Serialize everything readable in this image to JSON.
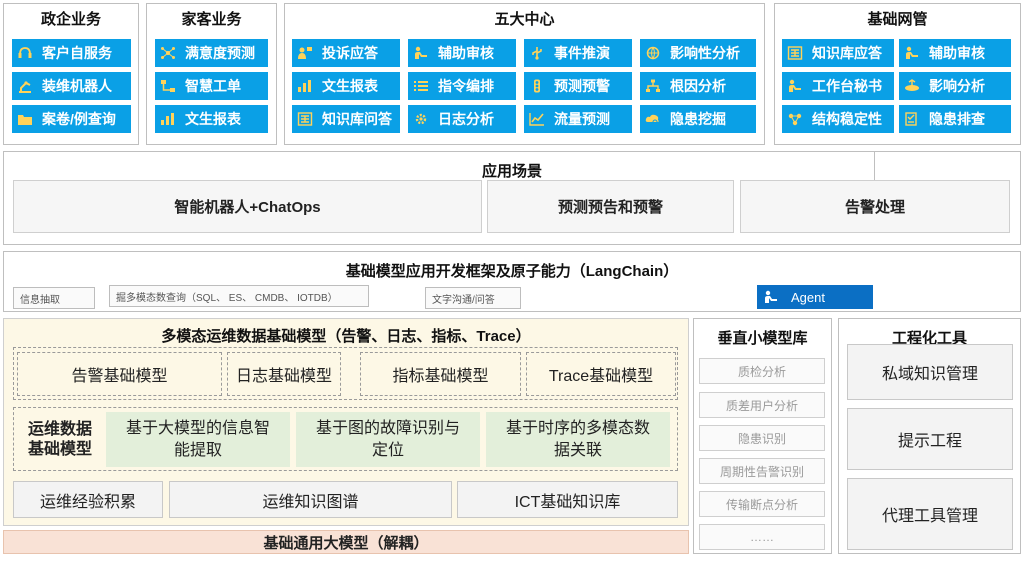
{
  "top": {
    "gov": {
      "title": "政企业务",
      "items": [
        {
          "label": "客户自服务",
          "icon": "headset-icon"
        },
        {
          "label": "装维机器人",
          "icon": "robot-arm-icon"
        },
        {
          "label": "案卷/例查询",
          "icon": "folder-icon"
        }
      ]
    },
    "home": {
      "title": "家客业务",
      "items": [
        {
          "label": "满意度预测",
          "icon": "network-icon"
        },
        {
          "label": "智慧工单",
          "icon": "workflow-icon"
        },
        {
          "label": "文生报表",
          "icon": "bar-chart-icon"
        }
      ]
    },
    "centers": {
      "title": "五大中心",
      "items": [
        {
          "label": "投诉应答",
          "icon": "user-chat-icon"
        },
        {
          "label": "辅助审核",
          "icon": "desk-person-icon"
        },
        {
          "label": "事件推演",
          "icon": "usb-icon"
        },
        {
          "label": "影响性分析",
          "icon": "globe-icon"
        },
        {
          "label": "文生报表",
          "icon": "bar-chart-icon"
        },
        {
          "label": "指令编排",
          "icon": "list-icon"
        },
        {
          "label": "预测预警",
          "icon": "traffic-light-icon"
        },
        {
          "label": "根因分析",
          "icon": "hierarchy-icon"
        },
        {
          "label": "知识库问答",
          "icon": "knowledge-icon"
        },
        {
          "label": "日志分析",
          "icon": "gear-people-icon"
        },
        {
          "label": "流量预测",
          "icon": "line-chart-icon"
        },
        {
          "label": "隐患挖掘",
          "icon": "search-cloud-icon"
        }
      ]
    },
    "network": {
      "title": "基础网管",
      "items": [
        {
          "label": "知识库应答",
          "icon": "knowledge-icon"
        },
        {
          "label": "辅助审核",
          "icon": "desk-person-icon"
        },
        {
          "label": "工作台秘书",
          "icon": "desk-person-icon"
        },
        {
          "label": "影响分析",
          "icon": "disc-icon"
        },
        {
          "label": "结构稳定性",
          "icon": "nodes-icon"
        },
        {
          "label": "隐患排查",
          "icon": "checklist-icon"
        }
      ]
    }
  },
  "scenarios": {
    "title": "应用场景",
    "items": [
      "智能机器人+ChatOps",
      "预测预告和预警",
      "告警处理"
    ]
  },
  "framework": {
    "title": "基础模型应用开发框架及原子能力（LangChain）",
    "buttons": [
      "信息抽取",
      "掘多模态数查询（SQL、 ES、 CMDB、 IOTDB）",
      "文字沟通/问答"
    ],
    "agent_label": "Agent",
    "agent_icon": "desk-person-icon"
  },
  "multimodal": {
    "title": "多模态运维数据基础模型（告警、日志、指标、Trace）",
    "models": [
      "告警基础模型",
      "日志基础模型",
      "指标基础模型",
      "Trace基础模型"
    ],
    "ops_label_line1": "运维数据",
    "ops_label_line2": "基础模型",
    "ops_items": [
      {
        "line1": "基于大模型的信息智",
        "line2": "能提取"
      },
      {
        "line1": "基于图的故障识别与",
        "line2": "定位"
      },
      {
        "line1": "基于时序的多模态数",
        "line2": "据关联"
      }
    ],
    "bottom": [
      "运维经验积累",
      "运维知识图谱",
      "ICT基础知识库"
    ]
  },
  "foundation": {
    "label": "基础通用大模型（解耦）"
  },
  "vertical": {
    "title": "垂直小模型库",
    "items": [
      "质检分析",
      "质差用户分析",
      "隐患识别",
      "周期性告警识别",
      "传输断点分析",
      "……"
    ]
  },
  "tools": {
    "title": "工程化工具",
    "items": [
      "私域知识管理",
      "提示工程",
      "代理工具管理"
    ]
  },
  "colors": {
    "tile_blue": "#0aa0e6",
    "agent_blue": "#0b6fc4",
    "cream": "#fdf8e6",
    "green": "#e3efda",
    "foundation_pink": "#f9e2d6"
  }
}
